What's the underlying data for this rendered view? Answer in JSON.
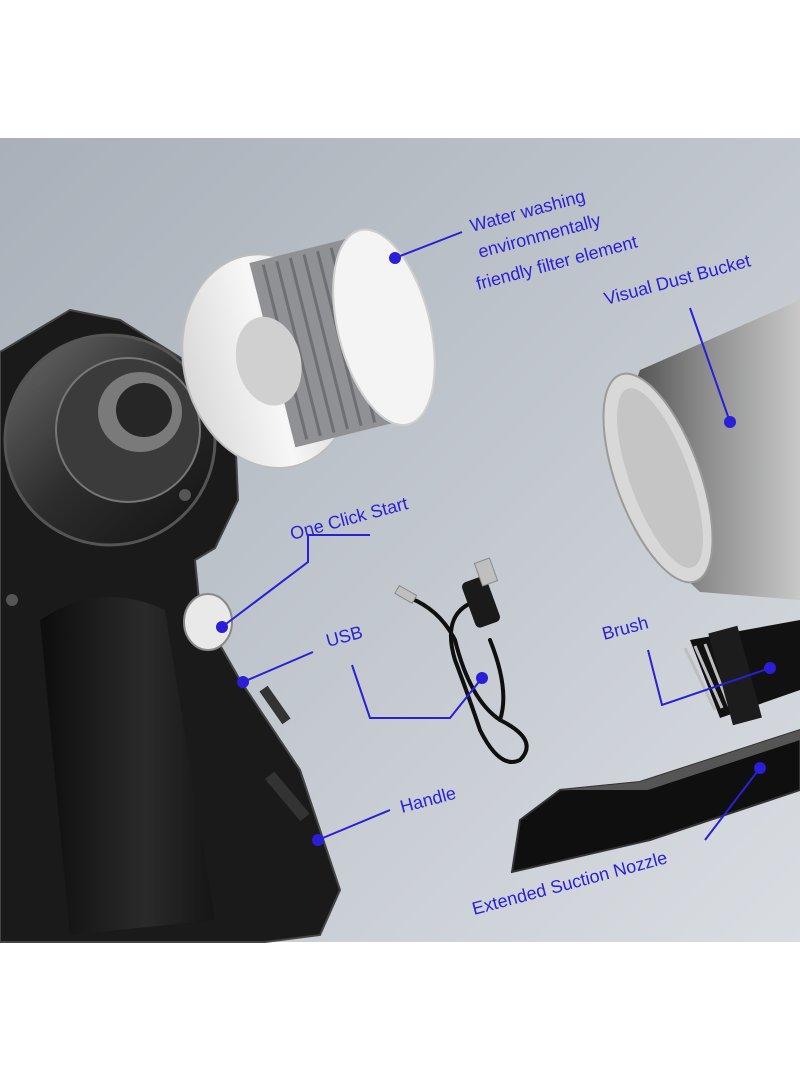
{
  "colors": {
    "panel_top": "#a9b0b9",
    "panel_bottom": "#d6dae0",
    "annotation": "#2a1fd6",
    "device_dark": "#151515",
    "filter_white": "#f2f2f2",
    "filter_grey": "#8f9194"
  },
  "labels": {
    "filter_line1": "Water washing",
    "filter_line2": "environmentally",
    "filter_line3": "friendly filter element",
    "dust_bucket": "Visual Dust Bucket",
    "one_click": "One Click Start",
    "usb": "USB",
    "brush": "Brush",
    "handle": "Handle",
    "nozzle": "Extended Suction Nozzle"
  },
  "parts": [
    {
      "name": "filter-element",
      "icon": "filter-icon"
    },
    {
      "name": "dust-bucket",
      "icon": "cylinder-icon"
    },
    {
      "name": "vacuum-body",
      "icon": "vacuum-icon"
    },
    {
      "name": "usb-cable",
      "icon": "cable-icon"
    },
    {
      "name": "brush-head",
      "icon": "brush-icon"
    },
    {
      "name": "suction-nozzle",
      "icon": "nozzle-icon"
    }
  ]
}
